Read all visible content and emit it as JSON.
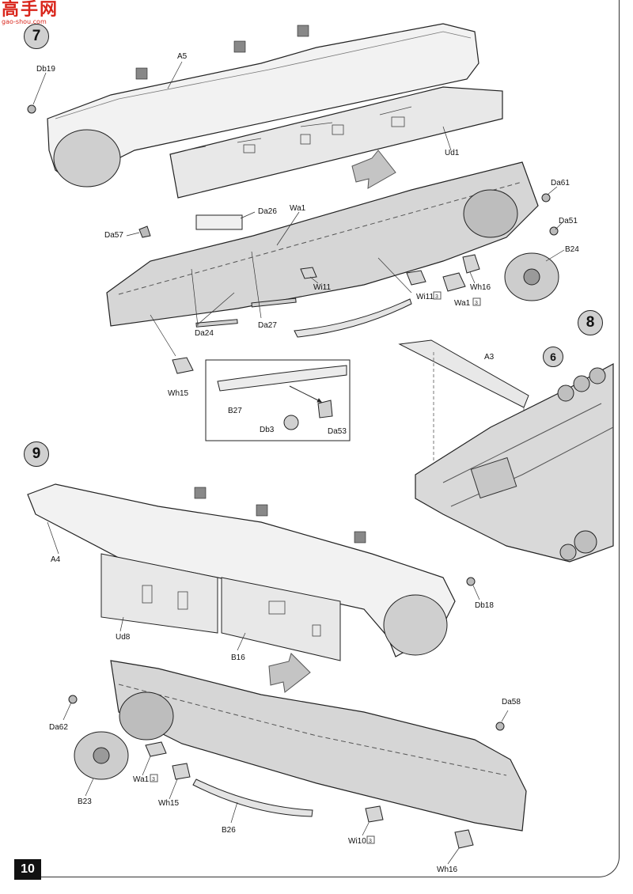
{
  "watermark": {
    "chars": "高手网",
    "url": "gao-shou.com"
  },
  "page_number": "10",
  "steps": {
    "s7": "7",
    "s8": "8",
    "s9": "9",
    "ref6": "6"
  },
  "labels": {
    "db19": "Db19",
    "a5": "A5",
    "ud1": "Ud1",
    "da61": "Da61",
    "da51": "Da51",
    "b24": "B24",
    "da26": "Da26",
    "wa1_top": "Wa1",
    "da57": "Da57",
    "wi11_a": "Wi11",
    "wi11_b": "Wi11",
    "wh16_top": "Wh16",
    "wa1_b": "Wa1",
    "da24": "Da24",
    "da27": "Da27",
    "wh15_top": "Wh15",
    "b27": "B27",
    "db3": "Db3",
    "da53": "Da53",
    "a3": "A3",
    "a4": "A4",
    "ud8": "Ud8",
    "b16": "B16",
    "db18": "Db18",
    "da62": "Da62",
    "da58": "Da58",
    "b23": "B23",
    "wa1_bottom": "Wa1",
    "wh15_bottom": "Wh15",
    "b26": "B26",
    "wi10": "Wi10",
    "wh16_bottom": "Wh16"
  },
  "qty_badge": "3",
  "colors": {
    "part_fill": "#d6d6d6",
    "outline": "#222222",
    "watermark": "#d9261c",
    "arrow": "#c4c4c4"
  }
}
